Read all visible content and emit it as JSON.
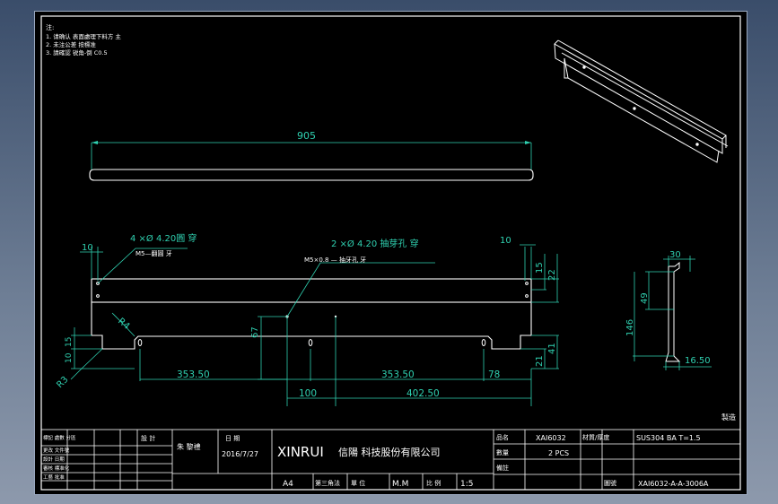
{
  "notes": {
    "heading": "注:",
    "lines": [
      "1. 请确认 表面處理下料方 主",
      "2. 未注公差 按標准",
      "3. 請確認 锐角-倒 C0.5"
    ]
  },
  "colors": {
    "background": "#000000",
    "part": "#ffffff",
    "dimension": "#2fd0b0",
    "frame": "#ffffff",
    "titleblock_text": "#ffffff"
  },
  "dims": {
    "overall_length": "905",
    "hole_note_1": "4 ×Ø 4.20圓 穿",
    "hole_note_1b": "M5—翻圓 牙",
    "hole_note_2": "2 ×Ø 4.20 抽芽孔 穿",
    "hole_note_2b": "M5×0.8 — 抽牙孔 牙",
    "left_10": "10",
    "right_10": "10",
    "right_15": "15",
    "right_22": "22",
    "r4": "R4",
    "r3": "R3",
    "left_15": "15",
    "left_10b": "10",
    "h_67": "67",
    "right_41": "41",
    "right_21": "21",
    "b_353a": "353.50",
    "b_353b": "353.50",
    "b_78": "78",
    "b_100": "100",
    "b_402": "402.50",
    "s_30": "30",
    "s_49": "49",
    "s_146": "146",
    "s_16": "16.50"
  },
  "right_label": "製造",
  "titleblock": {
    "revision_rows": [
      "標記 處數 分區",
      "更改 文件號",
      "設計 日期",
      "審核 標准化",
      "工藝 批准"
    ],
    "designer": "設 計",
    "designer_name": "朱 黎禮",
    "date_label": "日 期",
    "date": "2016/7/27",
    "company_latin": "XINRUI",
    "company_cn": "信陽 科技股份有限公司",
    "size": "A4",
    "view": "第三角法",
    "unit_label": "單 位",
    "unit": "M.M",
    "scale_label": "比 例",
    "scale": "1:5",
    "name_label": "品名",
    "part_no": "XAI6032",
    "material_label": "材質/厚度",
    "material": "SUS304 BA T=1.5",
    "qty_label": "數量",
    "qty": "2 PCS",
    "remark_label": "備註",
    "drawing_no_label": "圖號",
    "drawing_no": "XAI6032-A-A-3006A"
  }
}
